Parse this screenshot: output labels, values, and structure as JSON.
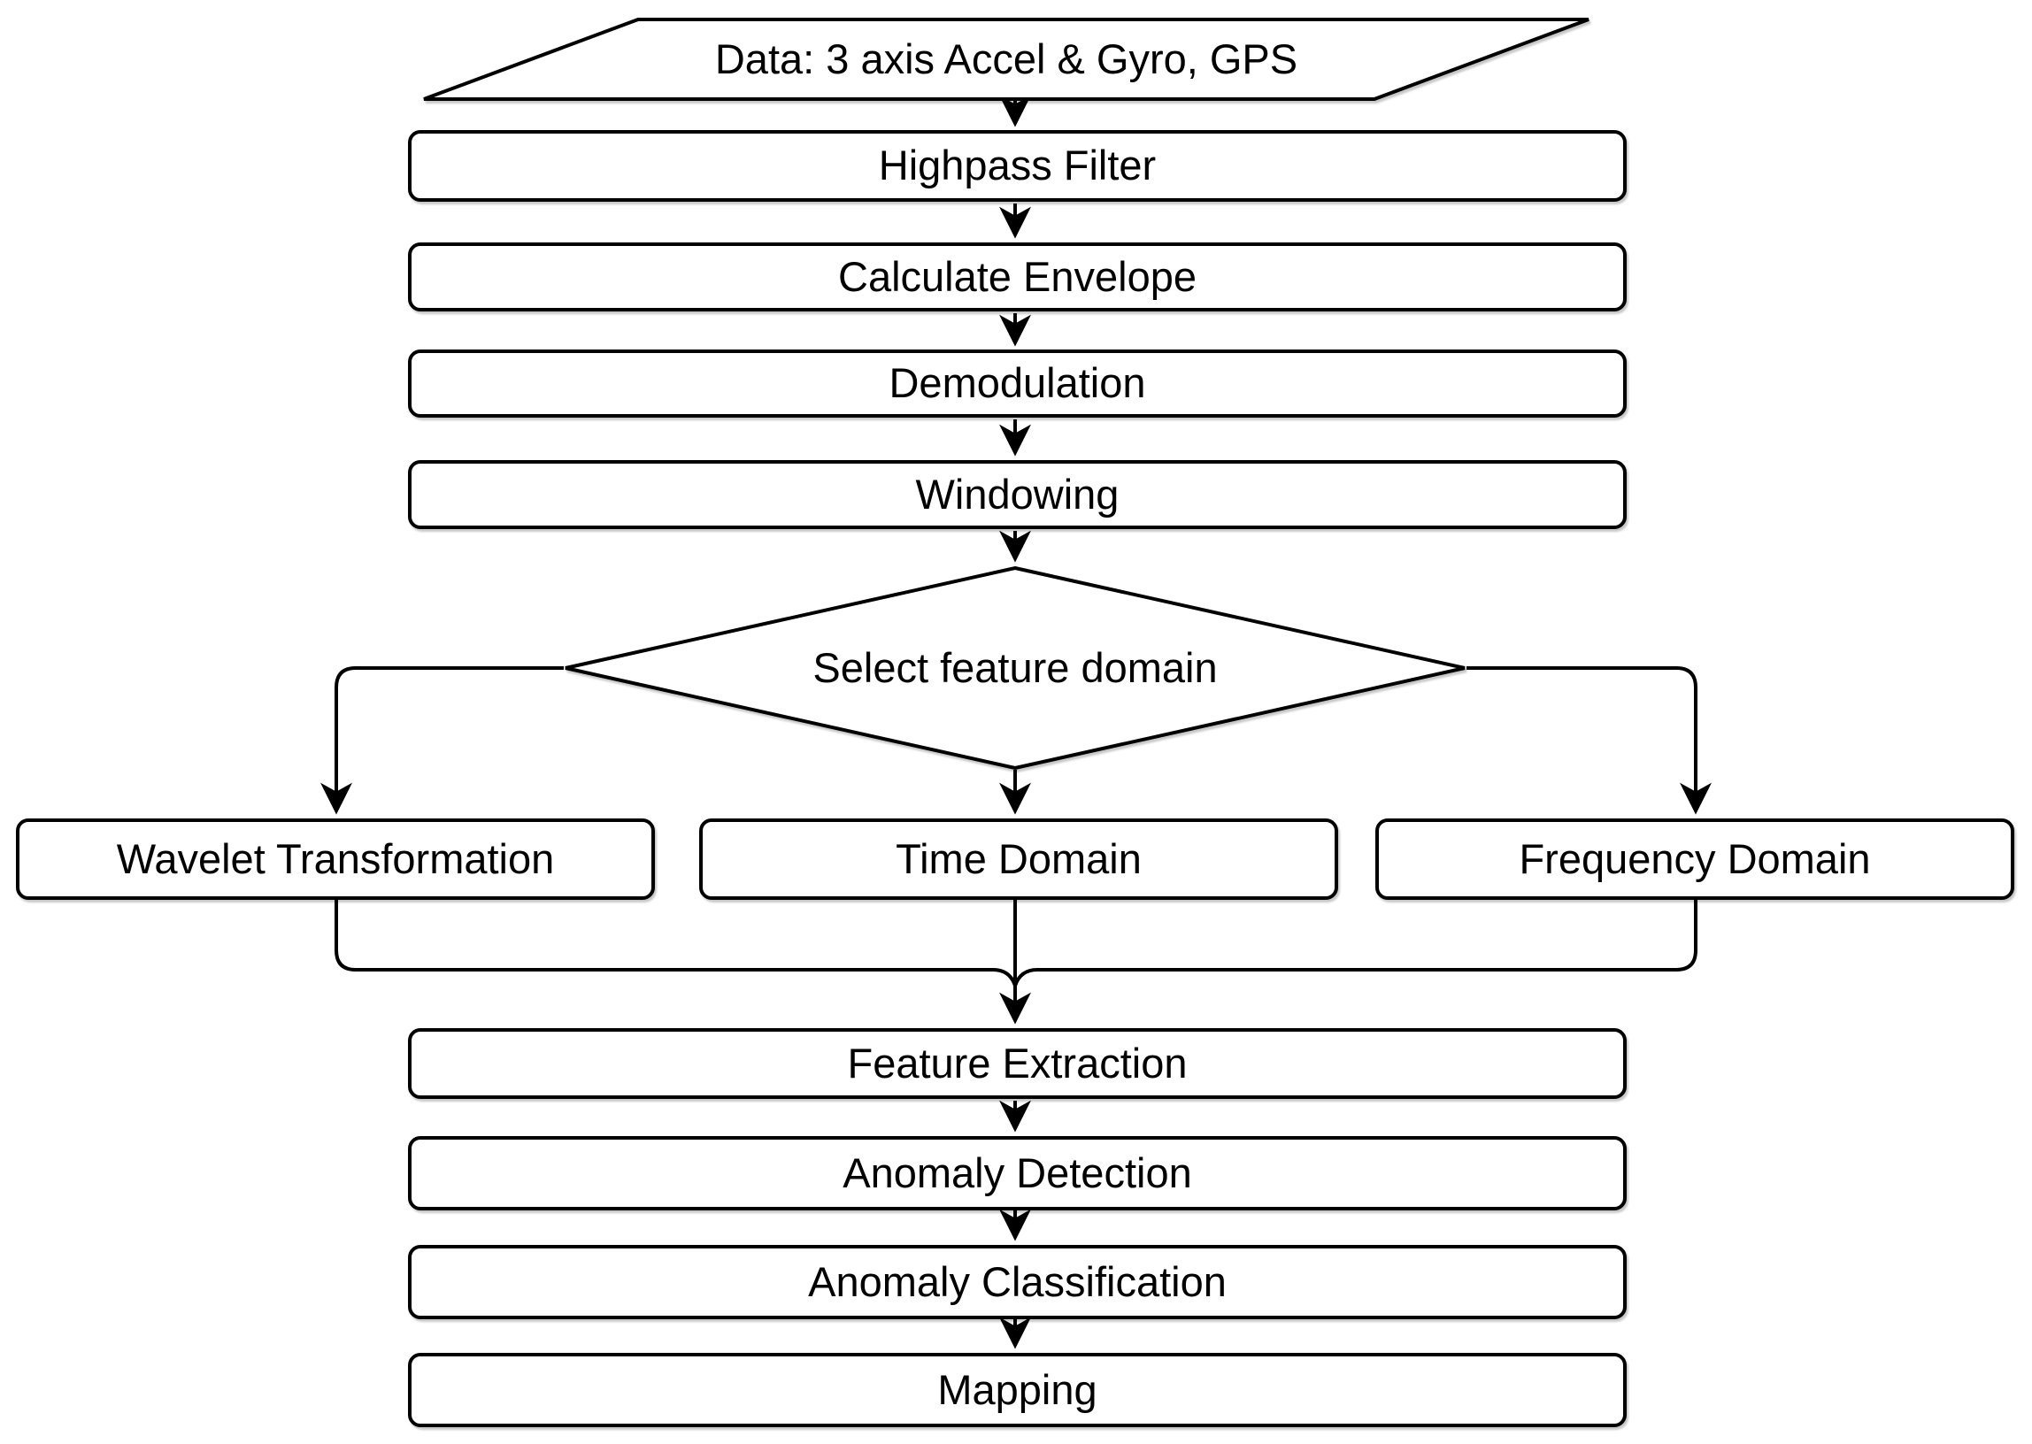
{
  "diagram": {
    "type": "flowchart",
    "colors": {
      "stroke": "#000000",
      "node_fill": "#ffffff",
      "text": "#000000",
      "background": "#ffffff"
    },
    "nodes": {
      "data_input": {
        "label": "Data: 3 axis Accel & Gyro, GPS",
        "shape": "parallelogram"
      },
      "highpass": {
        "label": "Highpass Filter",
        "shape": "process"
      },
      "envelope": {
        "label": "Calculate Envelope",
        "shape": "process"
      },
      "demodulation": {
        "label": "Demodulation",
        "shape": "process"
      },
      "windowing": {
        "label": "Windowing",
        "shape": "process"
      },
      "decision": {
        "label": "Select feature domain",
        "shape": "decision"
      },
      "wavelet": {
        "label": "Wavelet Transformation",
        "shape": "process"
      },
      "time_domain": {
        "label": "Time Domain",
        "shape": "process"
      },
      "frequency_domain": {
        "label": "Frequency Domain",
        "shape": "process"
      },
      "feature_extraction": {
        "label": "Feature Extraction",
        "shape": "process"
      },
      "anomaly_detection": {
        "label": "Anomaly Detection",
        "shape": "process"
      },
      "anomaly_classification": {
        "label": "Anomaly Classification",
        "shape": "process"
      },
      "mapping": {
        "label": "Mapping",
        "shape": "process"
      }
    },
    "edges": [
      {
        "from": "data_input",
        "to": "highpass"
      },
      {
        "from": "highpass",
        "to": "envelope"
      },
      {
        "from": "envelope",
        "to": "demodulation"
      },
      {
        "from": "demodulation",
        "to": "windowing"
      },
      {
        "from": "windowing",
        "to": "decision"
      },
      {
        "from": "decision",
        "to": "wavelet"
      },
      {
        "from": "decision",
        "to": "time_domain"
      },
      {
        "from": "decision",
        "to": "frequency_domain"
      },
      {
        "from": "wavelet",
        "to": "feature_extraction"
      },
      {
        "from": "time_domain",
        "to": "feature_extraction"
      },
      {
        "from": "frequency_domain",
        "to": "feature_extraction"
      },
      {
        "from": "feature_extraction",
        "to": "anomaly_detection"
      },
      {
        "from": "anomaly_detection",
        "to": "anomaly_classification"
      },
      {
        "from": "anomaly_classification",
        "to": "mapping"
      }
    ]
  }
}
